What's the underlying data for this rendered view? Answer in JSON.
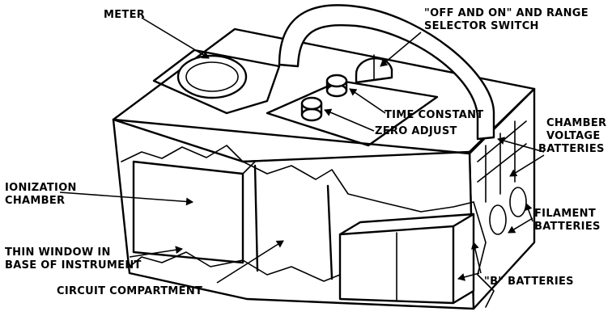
{
  "diagram": {
    "labels": {
      "meter": "METER",
      "selector_line1": "\"OFF AND ON\" AND RANGE",
      "selector_line2": "SELECTOR SWITCH",
      "time_constant": "TIME CONSTANT",
      "zero_adjust": "ZERO ADJUST",
      "chamber_voltage_line1": "CHAMBER",
      "chamber_voltage_line2": "VOLTAGE",
      "chamber_voltage_line3": "BATTERIES",
      "ionization_line1": "IONIZATION",
      "ionization_line2": "CHAMBER",
      "filament_line1": "FILAMENT",
      "filament_line2": "BATTERIES",
      "thin_window_line1": "THIN WINDOW IN",
      "thin_window_line2": "BASE OF INSTRUMENT",
      "circuit": "CIRCUIT COMPARTMENT",
      "b_batteries": "\"B\" BATTERIES"
    }
  }
}
